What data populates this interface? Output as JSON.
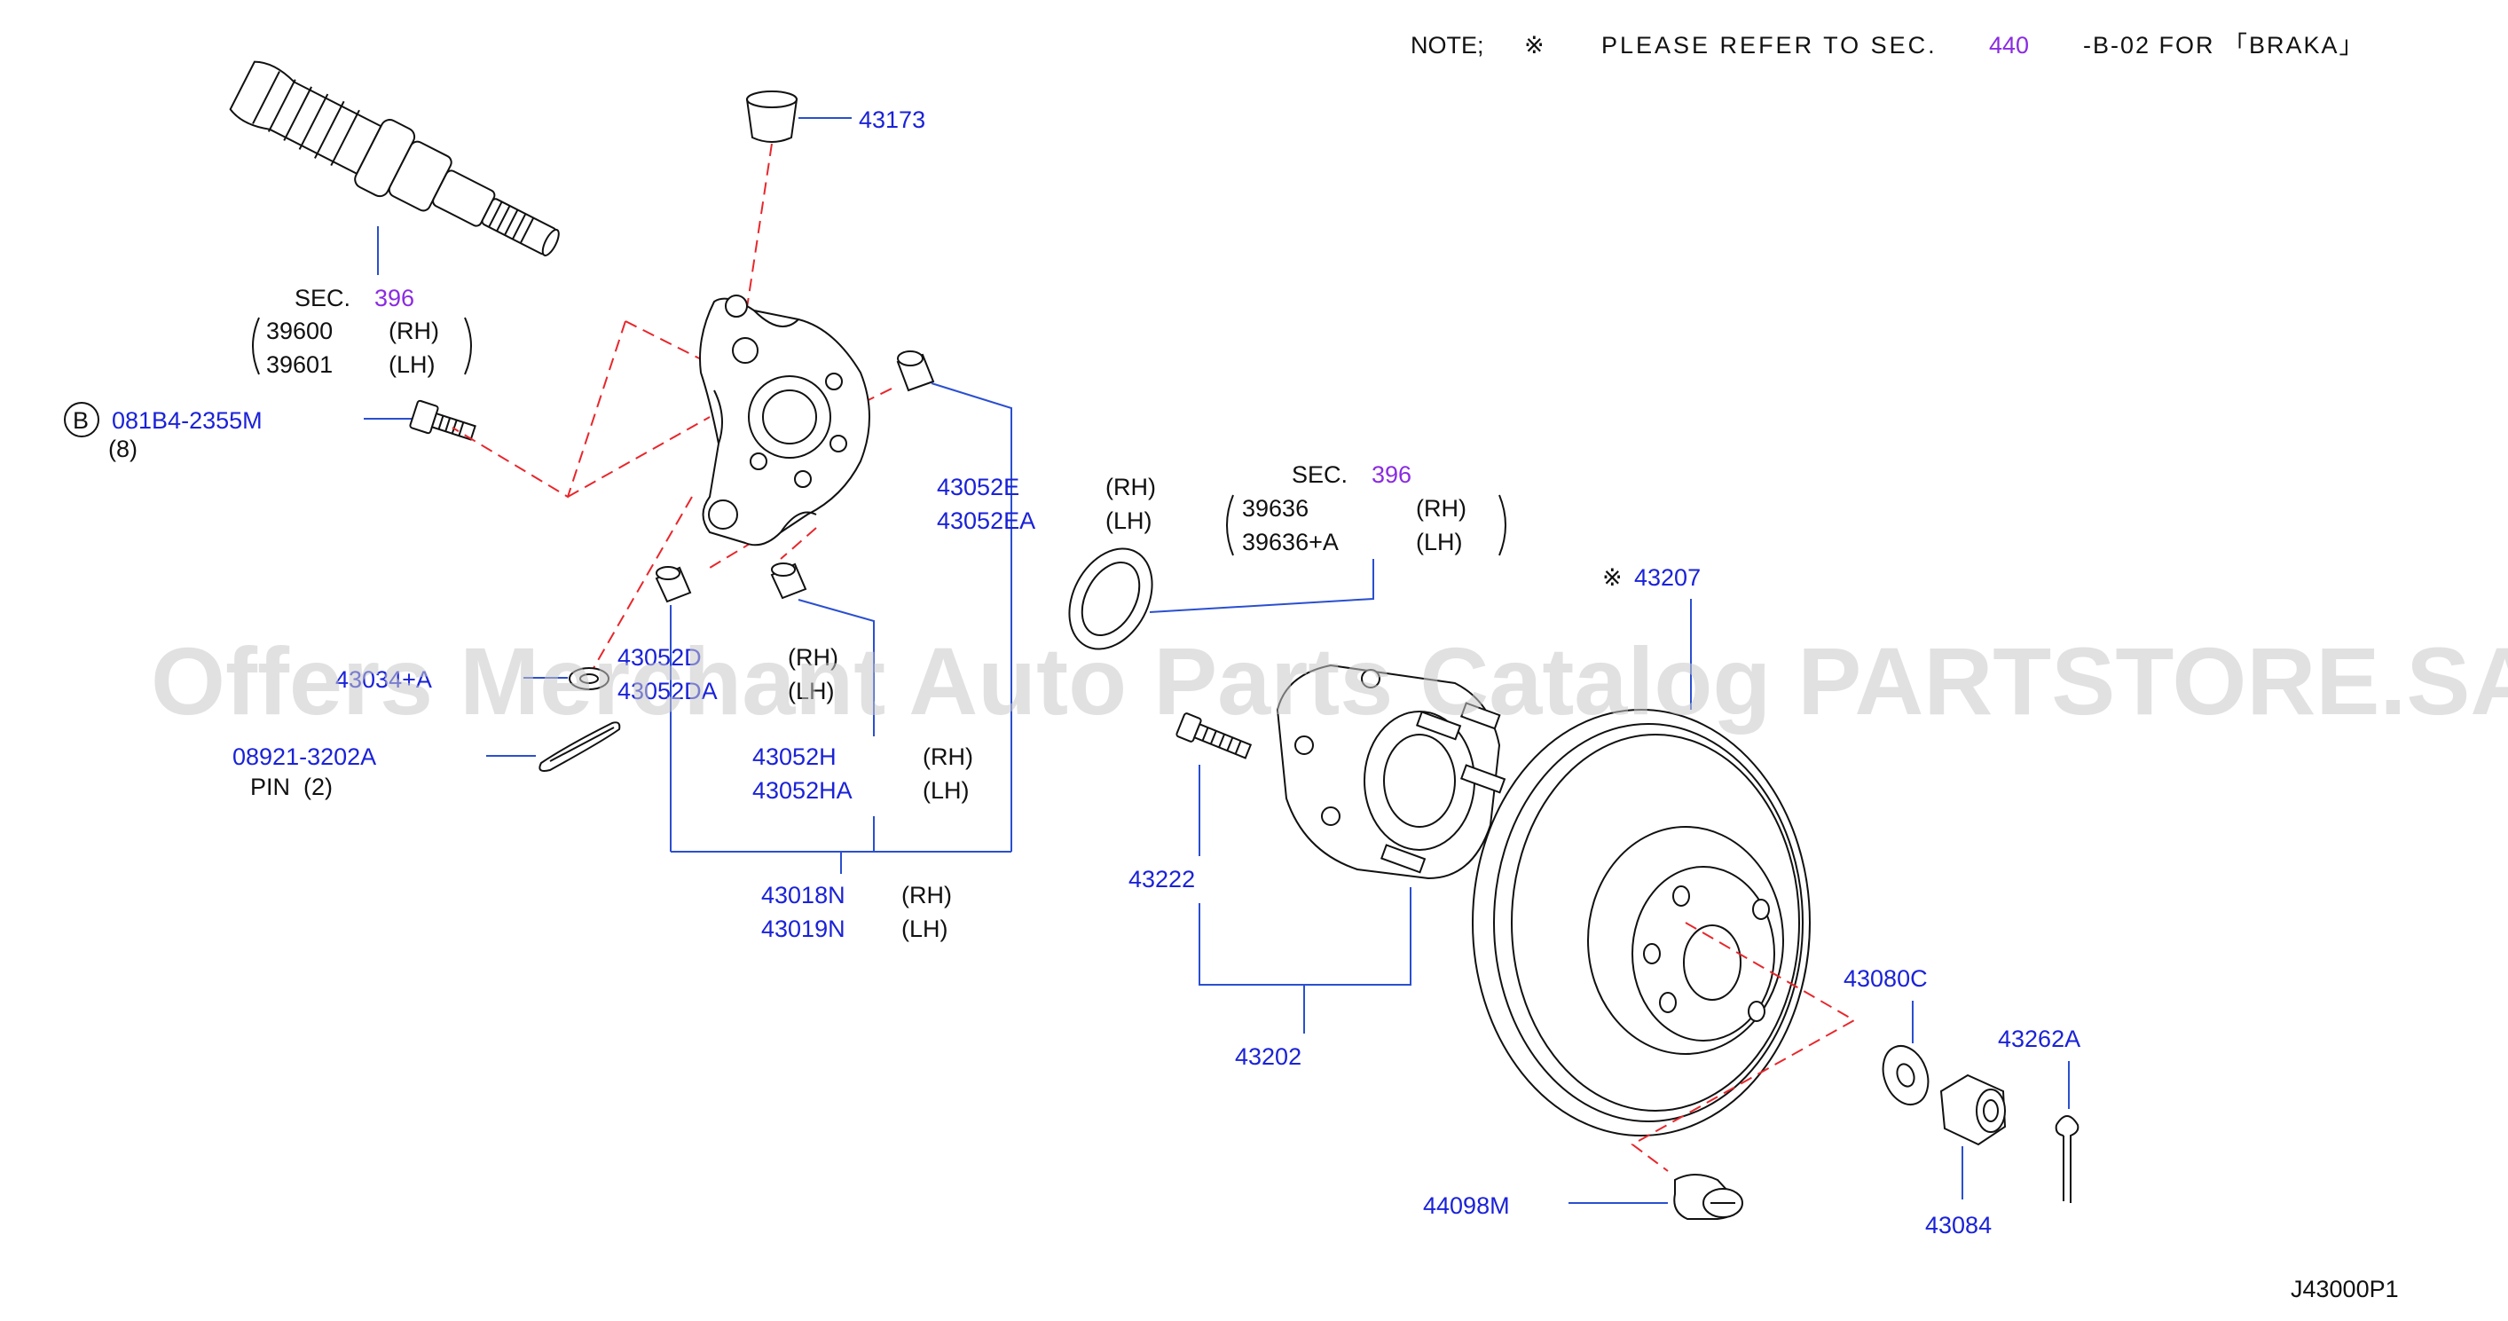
{
  "note": {
    "prefix": "NOTE;",
    "symbol": "※",
    "text_a": "PLEASE REFER TO SEC.",
    "sec": "440",
    "text_b": "-B-02 FOR 「BRAKA」"
  },
  "watermark": "Offers Merchant Auto Parts Catalog PARTSTORE.SA",
  "diagram_code": "J43000P1",
  "labels": {
    "p43173": "43173",
    "sec_label": "SEC.",
    "sec396": "396",
    "p39600": "39600",
    "p39601": "39601",
    "rh": "(RH)",
    "lh": "(LH)",
    "bolt_circle": "B",
    "p081b4": "081B4-2355M",
    "p081b4_qty": "(8)",
    "p43052e": "43052E",
    "p43052ea": "43052EA",
    "p39636": "39636",
    "p39636a": "39636+A",
    "p43207_mark": "※",
    "p43207": "43207",
    "p43034a": "43034+A",
    "p43052d": "43052D",
    "p43052da": "43052DA",
    "p08921": "08921-3202A",
    "pin_label": "PIN",
    "pin_qty": "(2)",
    "p43052h": "43052H",
    "p43052ha": "43052HA",
    "p43018n": "43018N",
    "p43019n": "43019N",
    "p43222": "43222",
    "p43202": "43202",
    "p43080c": "43080C",
    "p43262a": "43262A",
    "p44098m": "44098M",
    "p43084": "43084"
  },
  "colors": {
    "part_number": "#1a22d8",
    "section_ref": "#8a2be2",
    "leader": "#2a4fd0",
    "dashed_axis": "#e8262b"
  }
}
